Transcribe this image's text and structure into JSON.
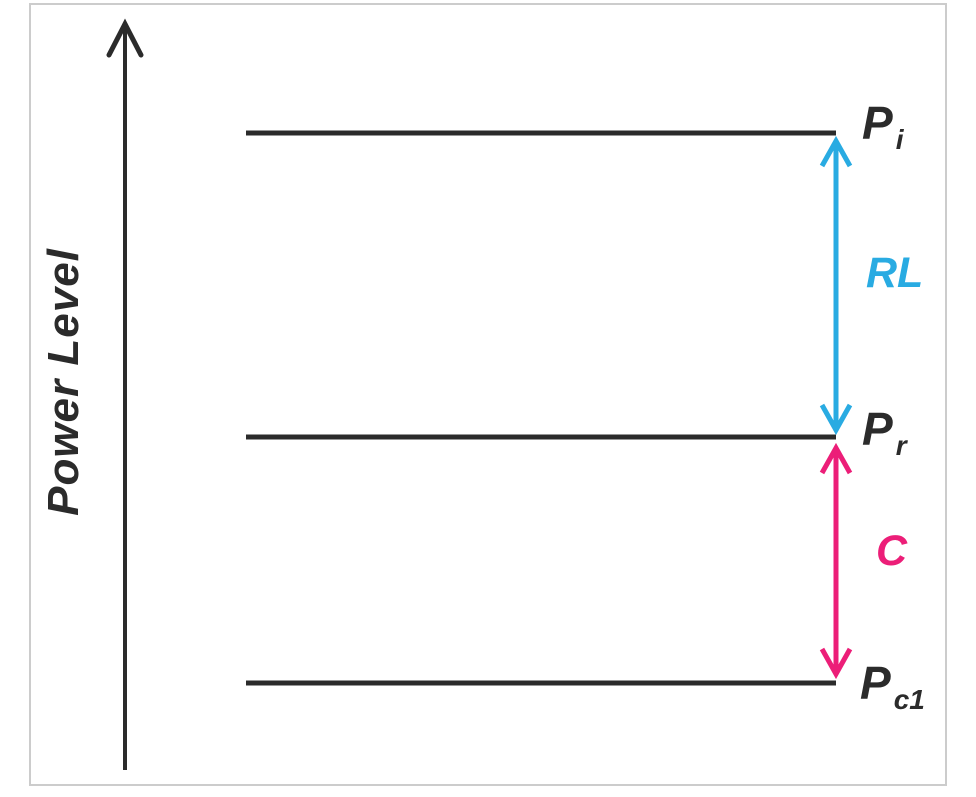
{
  "axis": {
    "label": "Power Level"
  },
  "levels": {
    "pi": {
      "symbol": "P",
      "subscript": "i"
    },
    "pr": {
      "symbol": "P",
      "subscript": "r"
    },
    "pc1": {
      "symbol": "P",
      "subscript": "c1"
    }
  },
  "spans": {
    "rl": {
      "label": "RL",
      "from": "Pi",
      "to": "Pr"
    },
    "c": {
      "label": "C",
      "from": "Pr",
      "to": "Pc1"
    }
  },
  "colors": {
    "ink": "#2b2b2b",
    "cyan": "#29abe2",
    "magenta": "#ec1e78",
    "frame": "#cccccc"
  }
}
